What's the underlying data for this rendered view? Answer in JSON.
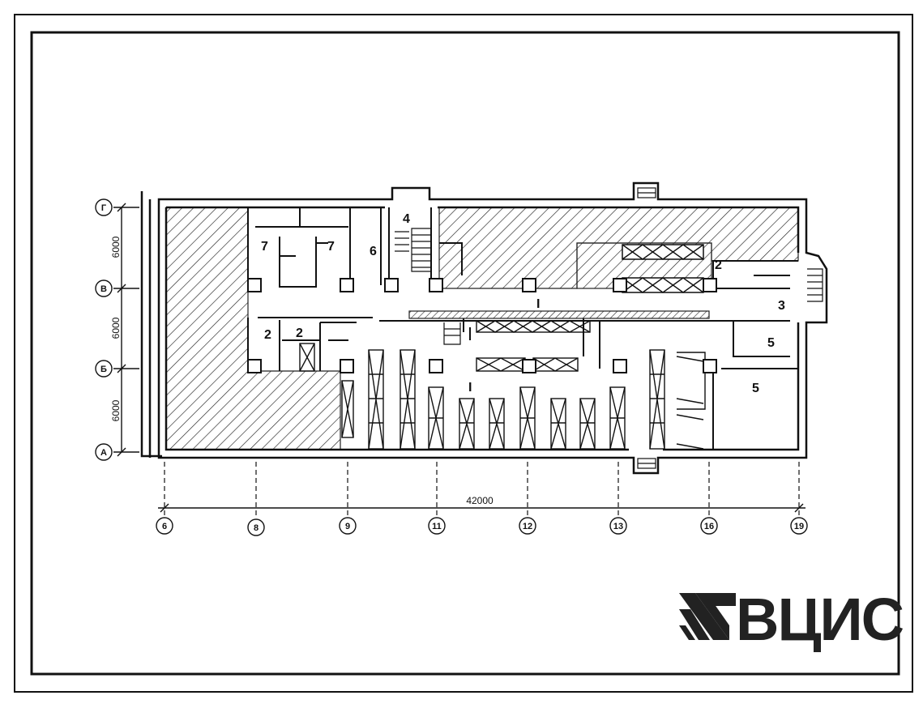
{
  "plan": {
    "room_labels": [
      "7",
      "7",
      "6",
      "4",
      "2",
      "I",
      "2",
      "2",
      "3",
      "5",
      "I",
      "5"
    ],
    "row_axes": [
      "Г",
      "В",
      "Б",
      "А"
    ],
    "row_dimensions": [
      "6000",
      "6000",
      "6000"
    ],
    "column_axes": [
      "6",
      "8",
      "9",
      "11",
      "12",
      "13",
      "16",
      "19"
    ],
    "overall_dimension": "42000"
  },
  "logo": {
    "text": "ВЦИС"
  }
}
